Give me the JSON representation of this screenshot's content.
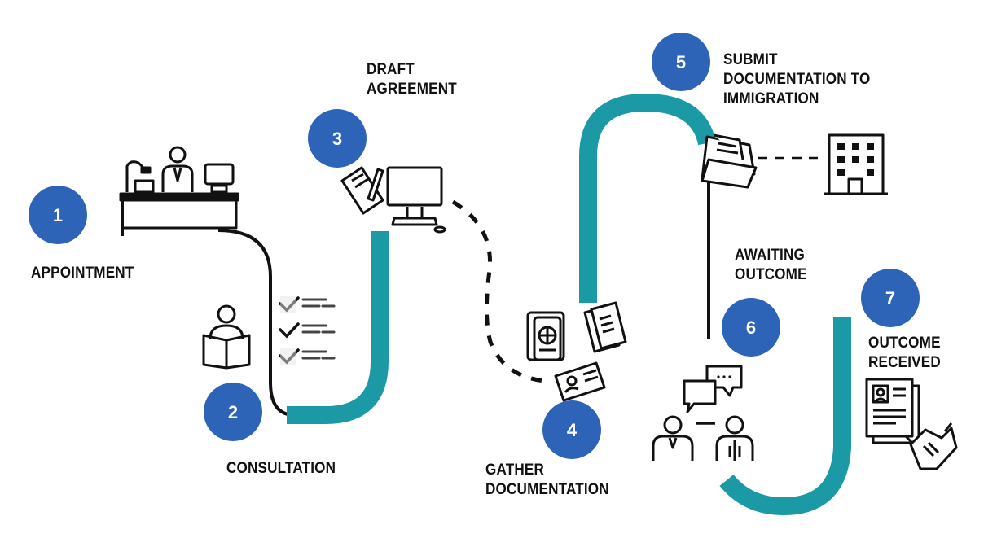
{
  "colors": {
    "circle": "#2d64b8",
    "teal": "#1b9aa6",
    "path": "#111111"
  },
  "steps": [
    {
      "number": "1",
      "label": "APPOINTMENT",
      "icon": "reception-desk-icon"
    },
    {
      "number": "2",
      "label": "CONSULTATION",
      "icon": "reading-person-icon"
    },
    {
      "number": "3",
      "label_lines": [
        "DRAFT",
        "AGREEMENT"
      ],
      "icon": "computer-document-icon"
    },
    {
      "number": "4",
      "label_lines": [
        "GATHER",
        "DOCUMENTATION"
      ],
      "icon": "passport-documents-icon"
    },
    {
      "number": "5",
      "label_lines": [
        "SUBMIT",
        "DOCUMENTATION TO",
        "IMMIGRATION"
      ],
      "icon": "folder-building-icon"
    },
    {
      "number": "6",
      "label_lines": [
        "AWAITING",
        "OUTCOME"
      ],
      "icon": "conversation-people-icon"
    },
    {
      "number": "7",
      "label_lines": [
        "OUTCOME",
        "RECEIVED"
      ],
      "icon": "resume-handshake-icon"
    }
  ]
}
